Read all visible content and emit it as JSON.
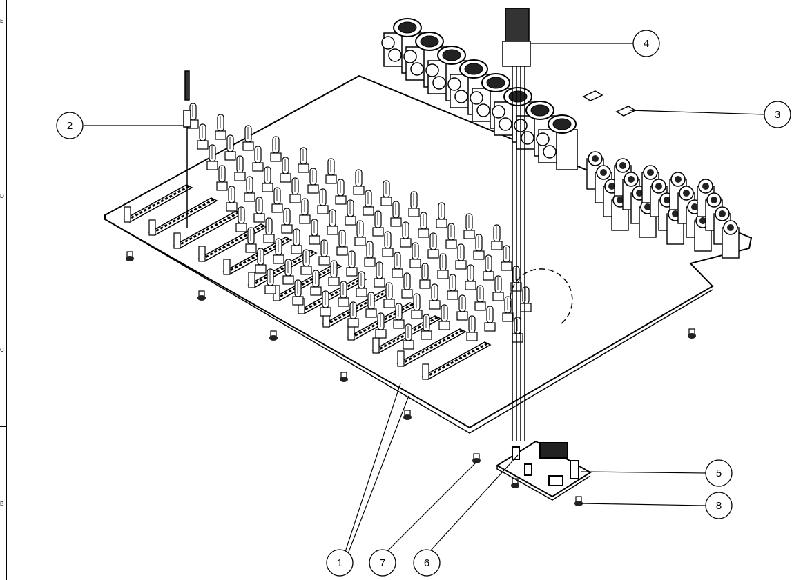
{
  "zones": [
    "E",
    "D",
    "C",
    "B"
  ],
  "callouts": [
    {
      "id": "1",
      "label": "1"
    },
    {
      "id": "2",
      "label": "2"
    },
    {
      "id": "3",
      "label": "3"
    },
    {
      "id": "4",
      "label": "4"
    },
    {
      "id": "5",
      "label": "5"
    },
    {
      "id": "6",
      "label": "6"
    },
    {
      "id": "7",
      "label": "7"
    },
    {
      "id": "8",
      "label": "8"
    }
  ],
  "colors": {
    "ink": "#000000",
    "paper": "#ffffff",
    "shade": "#222222"
  }
}
